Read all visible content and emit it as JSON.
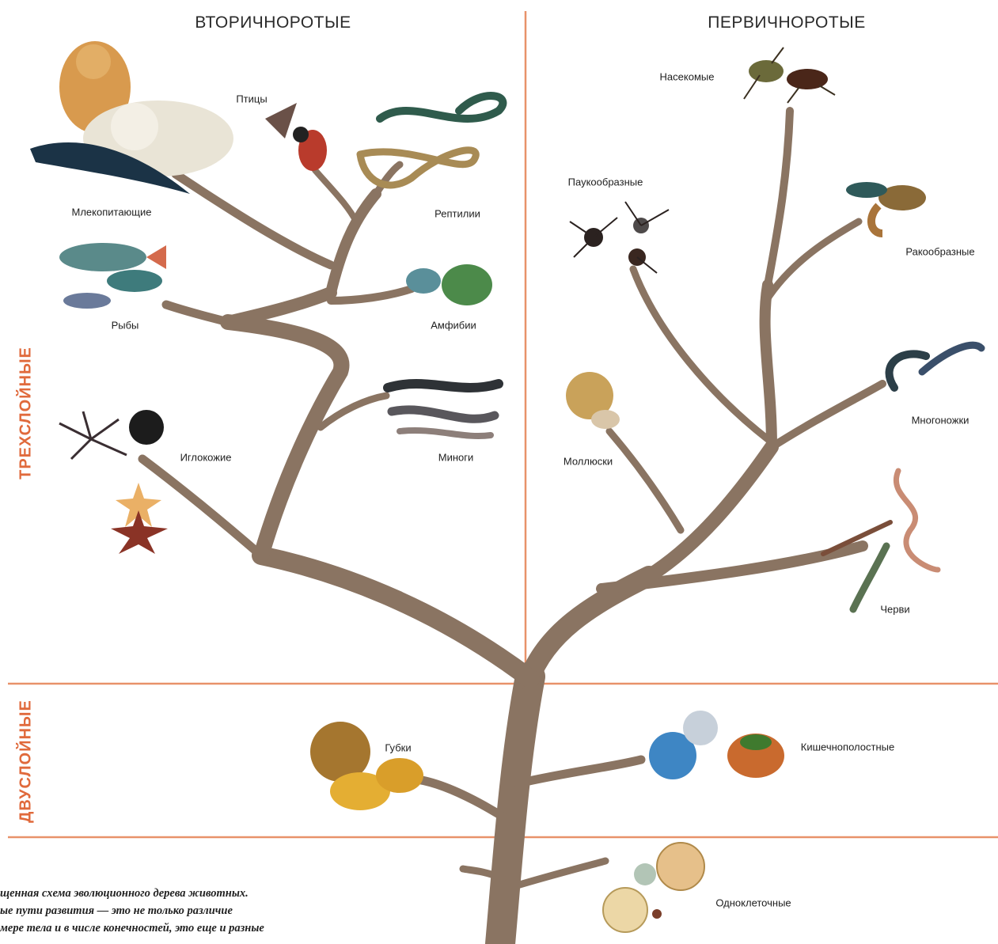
{
  "headers": {
    "left": "ВТОРИЧНОРОТЫЕ",
    "right": "ПЕРВИЧНОРОТЫЕ"
  },
  "side_labels": {
    "triploblastic": "ТРЕХСЛОЙНЫЕ",
    "diploblastic": "ДВУСЛОЙНЫЕ"
  },
  "groups": {
    "mammals": "Млекопитающие",
    "birds": "Птицы",
    "reptiles": "Рептилии",
    "fishes": "Рыбы",
    "amphibians": "Амфибии",
    "lampreys": "Миноги",
    "echinoderms": "Иглокожие",
    "insects": "Насекомые",
    "arachnids": "Паукообразные",
    "crustaceans": "Ракообразные",
    "myriapods": "Многоножки",
    "molluscs": "Моллюски",
    "worms": "Черви",
    "sponges": "Губки",
    "cnidarians": "Кишечнополостные",
    "protozoa": "Одноклеточные"
  },
  "caption": [
    "щенная схема эволюционного дерева животных.",
    "ые пути развития — это не только различие",
    "мере тела и в числе конечностей, это еще и разные"
  ],
  "colors": {
    "divider": "#e8926a",
    "trunk": "#8a7462",
    "side_label": "#e06a3c"
  }
}
